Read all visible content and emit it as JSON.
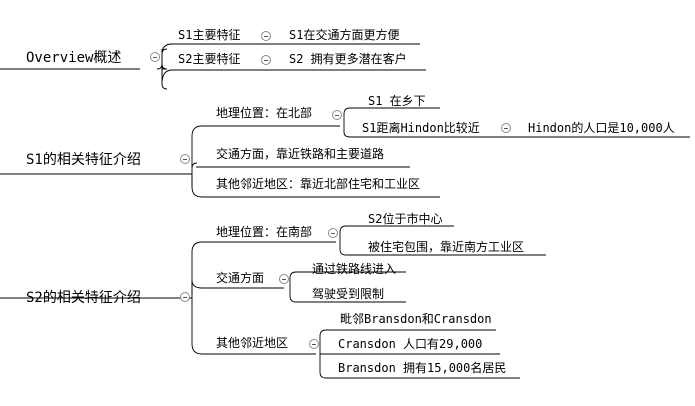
{
  "overview": {
    "label": "Overview概述",
    "children": [
      "S1主要特征",
      "S2主要特征"
    ],
    "details": [
      "S1在交通方面更方便",
      "S2 拥有更多潜在客户"
    ]
  },
  "s1": {
    "label": "S1的相关特征介绍",
    "geo": "地理位置：在北部",
    "geo_children": [
      "S1 在乡下",
      "S1距离Hindon比较近"
    ],
    "geo_detail": "Hindon的人口是10,000人",
    "transport": "交通方面，靠近铁路和主要道路",
    "nearby": "其他邻近地区：靠近北部住宅和工业区"
  },
  "s2": {
    "label": "S2的相关特征介绍",
    "geo": "地理位置：在南部",
    "geo_children": [
      "S2位于市中心",
      "被住宅包围，靠近南方工业区"
    ],
    "transport": "交通方面",
    "transport_children": [
      "通过铁路线进入",
      "驾驶受到限制"
    ],
    "nearby": "其他邻近地区",
    "nearby_children": [
      "毗邻Bransdon和Cransdon",
      "Cransdon 人口有29,000",
      "Bransdon 拥有15,000名居民"
    ]
  }
}
